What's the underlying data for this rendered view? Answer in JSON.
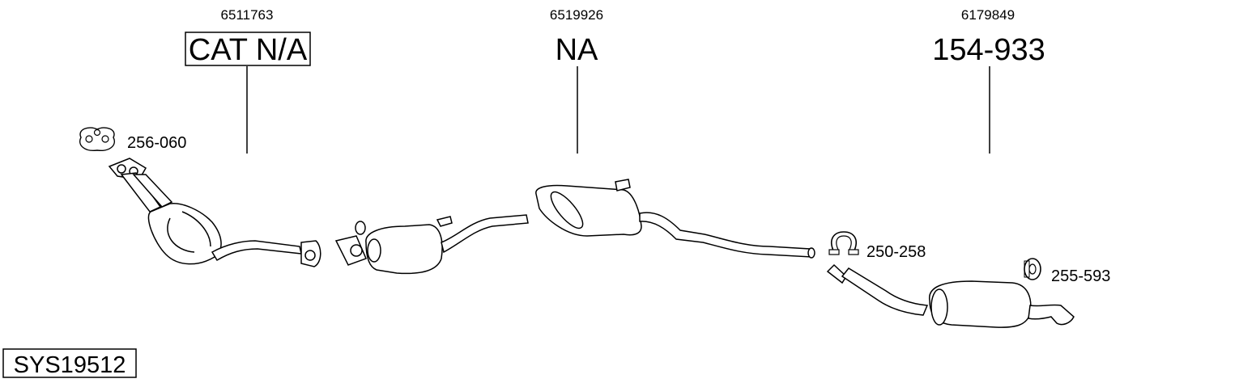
{
  "diagram": {
    "sections": [
      {
        "oe_number": "6511763",
        "part_number": "CAT N/A"
      },
      {
        "oe_number": "6519926",
        "part_number": "NA"
      },
      {
        "oe_number": "6179849",
        "part_number": "154-933"
      }
    ],
    "accessories": [
      {
        "part_number": "256-060",
        "icon": "gasket-icon"
      },
      {
        "part_number": "250-258",
        "icon": "clamp-icon"
      },
      {
        "part_number": "255-593",
        "icon": "rubber-mount-icon"
      }
    ],
    "system_number": "SYS19512"
  }
}
